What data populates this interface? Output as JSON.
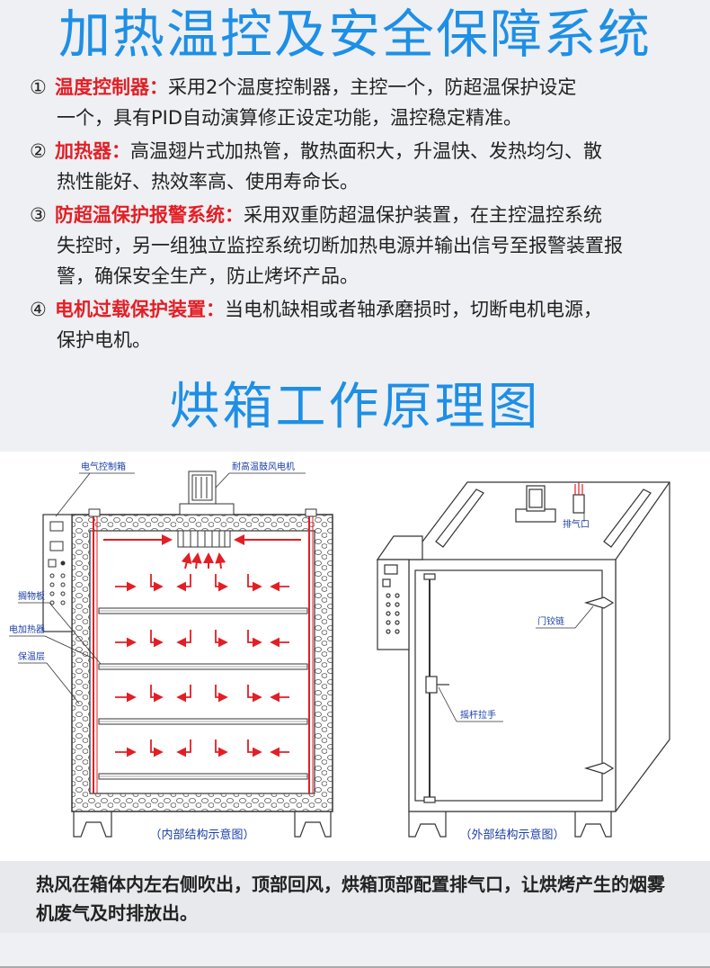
{
  "title1": "加热温控及安全保障系统",
  "features": [
    {
      "num": "①",
      "label": "温度控制器：",
      "text": "采用2个温度控制器，主控一个，防超温保护设定",
      "cont": [
        "一个，具有PID自动演算修正设定功能，温控稳定精准。"
      ]
    },
    {
      "num": "②",
      "label": "加热器：",
      "text": "高温翅片式加热管，散热面积大，升温快、发热均匀、散",
      "cont": [
        "热性能好、热效率高、使用寿命长。"
      ]
    },
    {
      "num": "③",
      "label": "防超温保护报警系统：",
      "text": "采用双重防超温保护装置，在主控温控系统",
      "cont": [
        "失控时，另一组独立监控系统切断加热电源并输出信号至报警装置报",
        "警，确保安全生产，防止烤坏产品。"
      ]
    },
    {
      "num": "④",
      "label": "电机过载保护装置：",
      "text": "当电机缺相或者轴承磨损时，切断电机电源，",
      "cont": [
        "保护电机。"
      ]
    }
  ],
  "title2": "烘箱工作原理图",
  "diagram": {
    "labels": {
      "control_box": "电气控制箱",
      "fan_motor": "耐高温鼓风电机",
      "shelf": "搁物板",
      "heater": "电加热器",
      "insulation": "保温层",
      "inner_caption": "（内部结构示意图）",
      "exhaust": "排气口",
      "hinge": "门铰链",
      "handle": "摇杆拉手",
      "outer_caption": "（外部结构示意图）"
    },
    "colors": {
      "arrow": "#e31e25",
      "label": "#1a3ea8",
      "line": "#333333"
    }
  },
  "caption": "热风在箱体内左右侧吹出，顶部回风，烘箱顶部配置排气口，让烘烤产生的烟雾机废气及时排放出。"
}
